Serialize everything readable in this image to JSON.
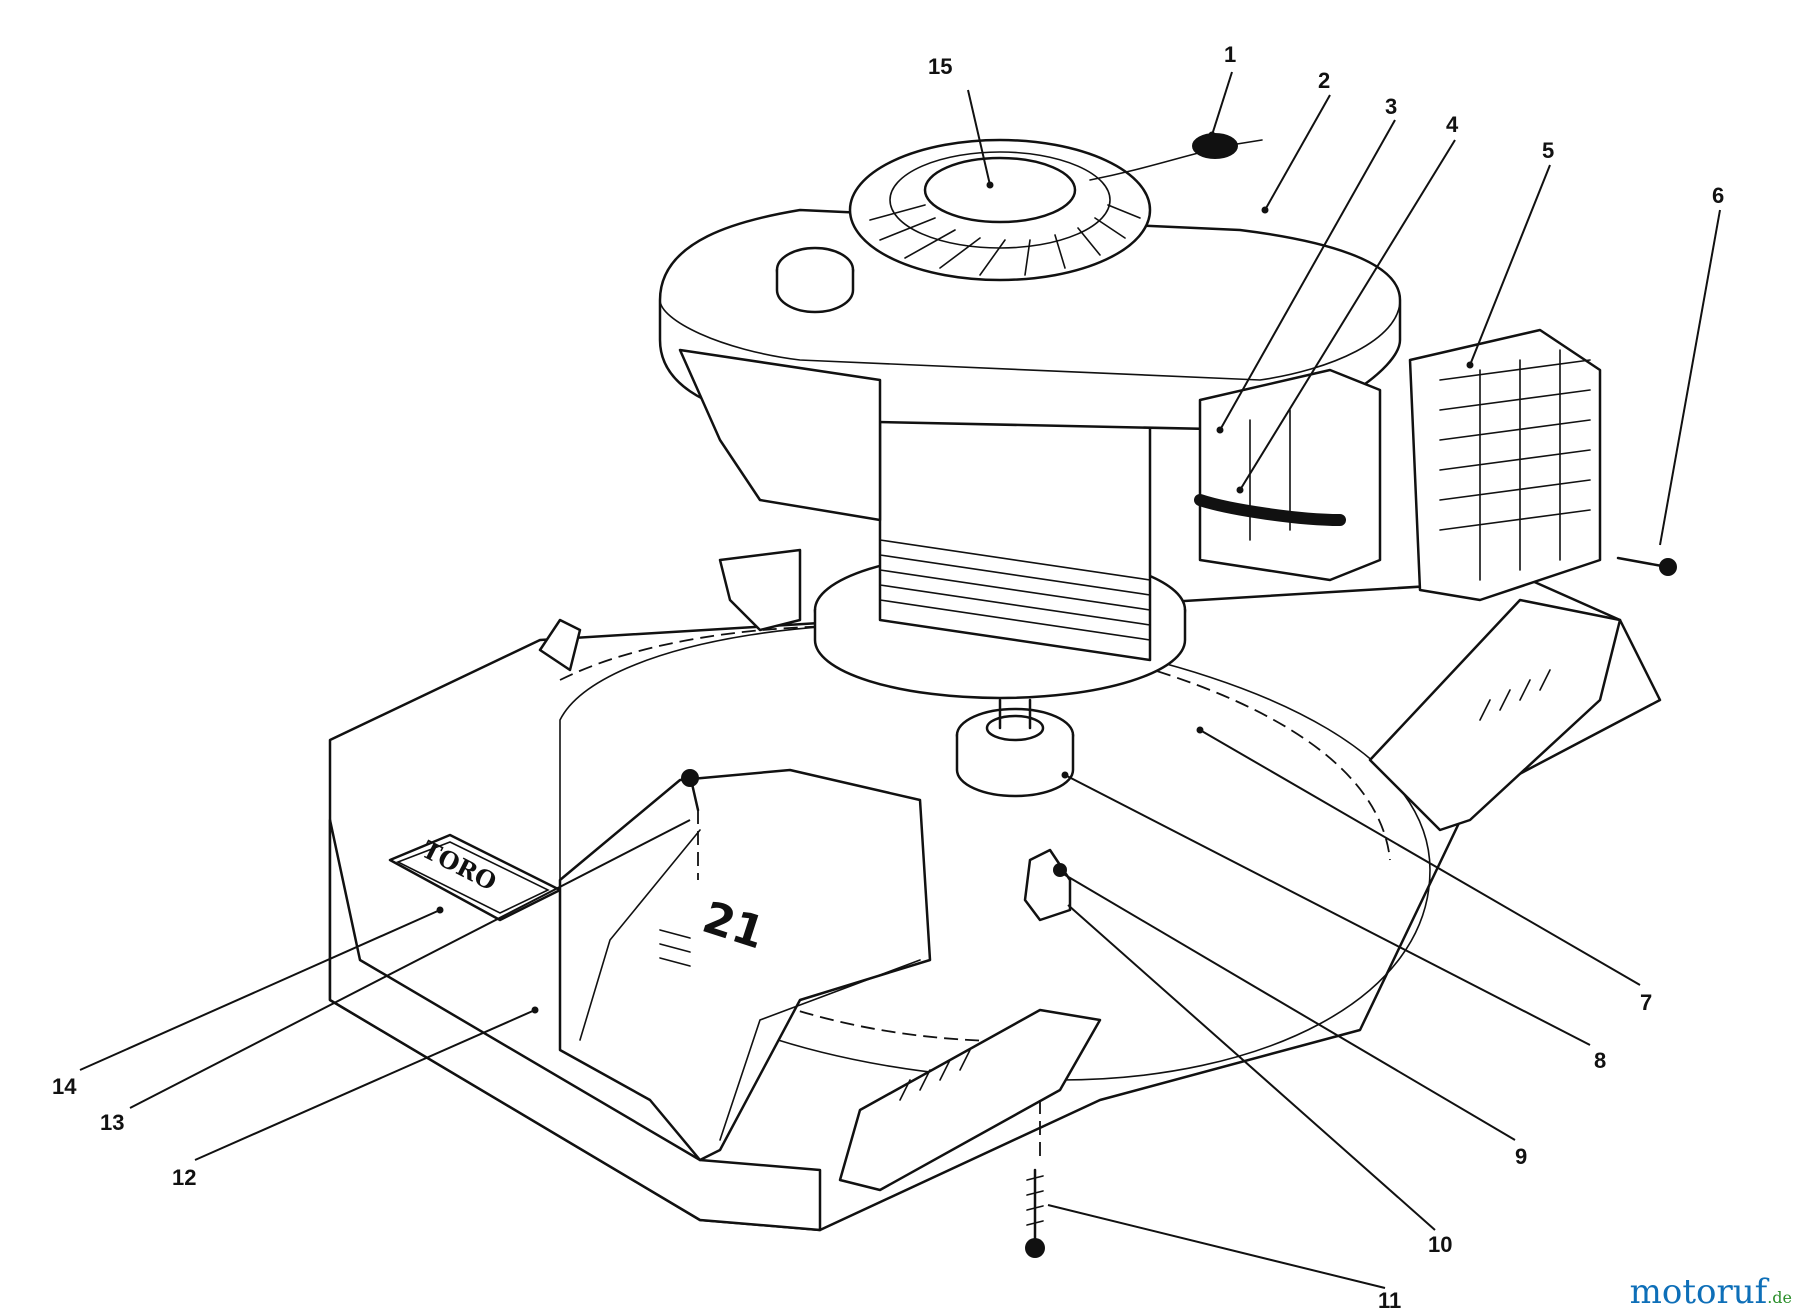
{
  "callouts": [
    {
      "label": "1"
    },
    {
      "label": "2"
    },
    {
      "label": "3"
    },
    {
      "label": "4"
    },
    {
      "label": "5"
    },
    {
      "label": "6"
    },
    {
      "label": "7"
    },
    {
      "label": "8"
    },
    {
      "label": "9"
    },
    {
      "label": "10"
    },
    {
      "label": "11"
    },
    {
      "label": "12"
    },
    {
      "label": "13"
    },
    {
      "label": "14"
    },
    {
      "label": "15"
    }
  ],
  "deck_brand": "TORO",
  "deck_size": "21",
  "watermark": {
    "main": "motoruf",
    "suffix": ".de"
  },
  "colors": {
    "ink": "#111111",
    "paper": "#ffffff",
    "watermark_main": "#0e6fb8",
    "watermark_suffix": "#2a8e2a"
  }
}
